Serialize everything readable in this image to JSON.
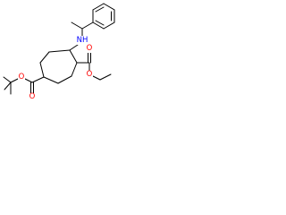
{
  "diagram": {
    "colors": {
      "bond": "#000000",
      "oxygen": "#ff0000",
      "nitrogen": "#0000ff",
      "background": "#ffffff"
    },
    "atoms": {
      "amine_n": "NH",
      "boc_ester_o": "O",
      "boc_carbonyl_o": "O",
      "ethyl_ester_o": "O",
      "ethyl_carbonyl_o": "O"
    }
  }
}
